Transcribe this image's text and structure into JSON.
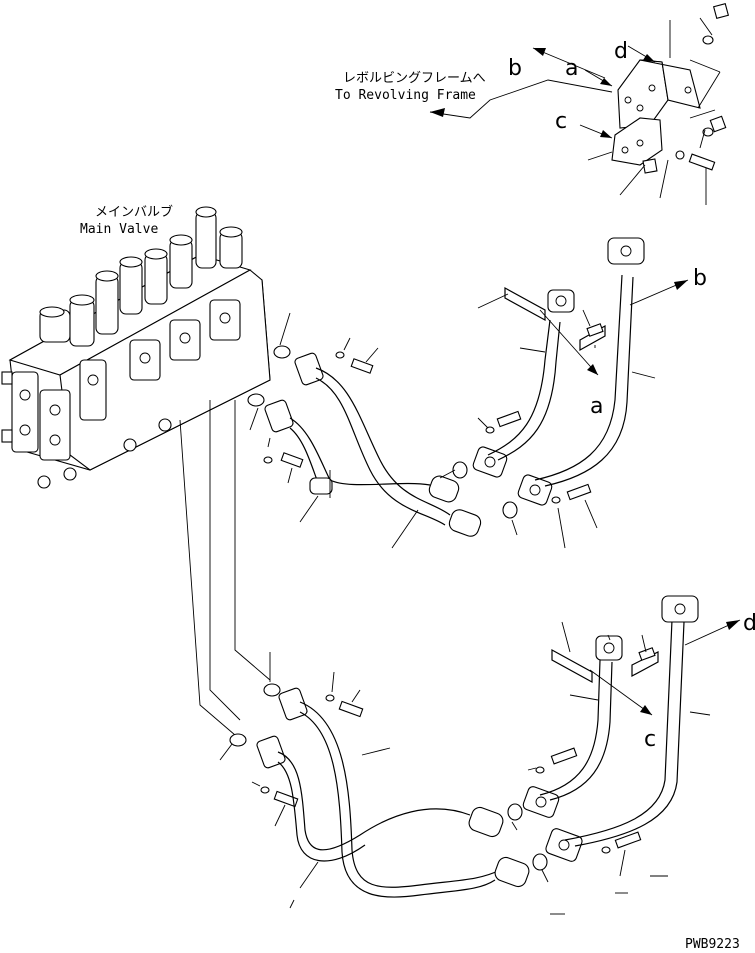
{
  "labels": {
    "revolving_frame_jp": "レボルビングフレームへ",
    "revolving_frame_en": "To Revolving Frame",
    "main_valve_jp": "メインバルブ",
    "main_valve_en": "Main Valve"
  },
  "callouts": {
    "b_top": "b",
    "a_top": "a",
    "d_top": "d",
    "c_top": "c",
    "b_right": "b",
    "a_mid": "a",
    "d_right": "d",
    "c_mid": "c"
  },
  "drawing_code": "PWB9223"
}
